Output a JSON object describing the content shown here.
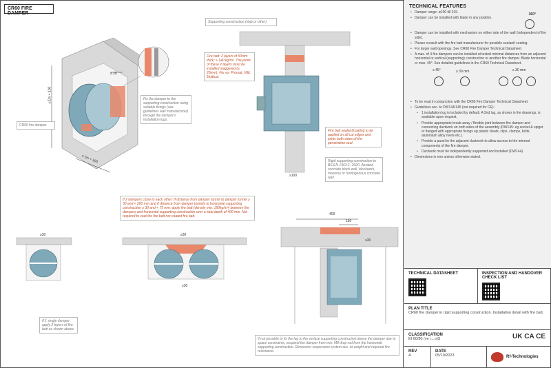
{
  "header": {
    "title": "CR60 FIRE DAMPER"
  },
  "notes": {
    "supporting_construction": "Supporting construction (slab or other)",
    "fire_batt": "Fire batt: 2 layers of 50mm thick; ≥ 140 kg/m³. The joints of these 2 layers must be installed staggered (≥ 20mm). For ex: Promat, Hilti, Multical.",
    "fix_damper": "Fix the damper to the supporting construction using suitable fixings (see guidelines wall manufacturer) through the damper's installation lugs.",
    "cr60_label": "CR60 fire damper.",
    "sealant": "Fire batt sealant/coating to be applied on all cut edges and joints both sides of the penetration seal.",
    "rigid_support": "Rigid supporting construction to BS EN 1363-1: 2020. Aerated concrete block wall, blockwork, masonry or homogenous concrete wall",
    "two_dampers": "If 2 dampers close to each other: If distance from damper tunnel to damper tunnel ≥ 30 and < 200 mm and if distance from damper tunnels to horizontal supporting construction ≥ 30 and < 75 mm: apply fire batt (density min. 150kg/m³) between fire dampers and horizontal supporting construction over a total depth of 400 mm. Not required to coat the fire batt nor coated fire batt.",
    "single_damper": "If 1 single damper: apply 2 layers of fire batt as shown above.",
    "suspension": "If not possible to fix the lug to the vertical supporting construction above the damper due to space constraints, suspend the damper from min. M8 drop rod from the horizontal supporting construction. Dimension suspension system acc. to weight and required fire resistance."
  },
  "dims": {
    "d20": "≥ 20",
    "dn100_v": "≤ Dn + 100",
    "dn100_h": "≤ Dn + 100",
    "d100": "≥100",
    "d30a": "≥30",
    "d30b": "≥30",
    "d30c": "≥30",
    "d30d": "≥30",
    "d400": "400",
    "d150": "150"
  },
  "features": {
    "title": "TECHNICAL FEATURES",
    "deg360": "360°",
    "items_a": [
      "Damper range: ø100 till 315.",
      "Damper can be installed with blade in any position."
    ],
    "items_b": [
      "Damper can be installed with mechanism on either side of the wall (independent of fire side).",
      "Please consult with the fire batt manufacturer for possible sealant/ coating.",
      "For larger wall openings. See CR60 Fire Damper Technical Datasheet.",
      "A max. of 4 fire dampers can be installed at tested minimal distances from an adjacent horizontal or vertical (supporting) construction or another fire damper. Blade horizontal or max. 45°. See detailed guidelines in the CR60 Technical Datasheet."
    ],
    "angle45": "≤ 45°",
    "d30_1": "≥ 30 mm",
    "d30_2": "≥ 30 mm",
    "items_c": [
      "To be read in conjunction with the CR60 Fire Damper Technical Datasheet.",
      "Guidelines acc. to DW144/145 (not required for CE):"
    ],
    "sub_items": [
      "1 installation lug is included by default. A 2nd lug, as shown in the drawings, is available upon request.",
      "Provide appropriate break-away / flexible joint between fire damper and connecting ductwork on both sides of the assembly (DW145: eg socket & spigot or flanged with appropriate fixings eg plastic cleats, clips, clamps, bolts, aluminium alloy rivets etc.).",
      "Provide a panel in the adjacent ductwork to allow access to the internal components of the fire damper.",
      "Ductwork must be independently supported and installed (DW144)."
    ],
    "items_d": [
      "Dimensions in mm unless otherwise stated."
    ]
  },
  "footer": {
    "tech_datasheet": "TECHNICAL DATASHEET",
    "inspection": "INSPECTION AND HANDOVER CHECK LIST",
    "plan_title_label": "PLAN TITLE",
    "plan_title": "CR60 fire damper in rigid supporting construction. Installation detail with fire batt.",
    "classification_label": "CLASSIFICATION",
    "classification": "EI 60/90 (ve i↔o)S",
    "rev_label": "REV",
    "rev": "A",
    "date_label": "DATE",
    "date": "05/10/2023",
    "brand": "Rf-Technologies",
    "ukca": "UK CA",
    "ce": "CE"
  },
  "colors": {
    "orange": "#e8876a",
    "duct": "#7fa8b8",
    "concrete": "#d9d9d9",
    "accent": "#c0502a"
  }
}
